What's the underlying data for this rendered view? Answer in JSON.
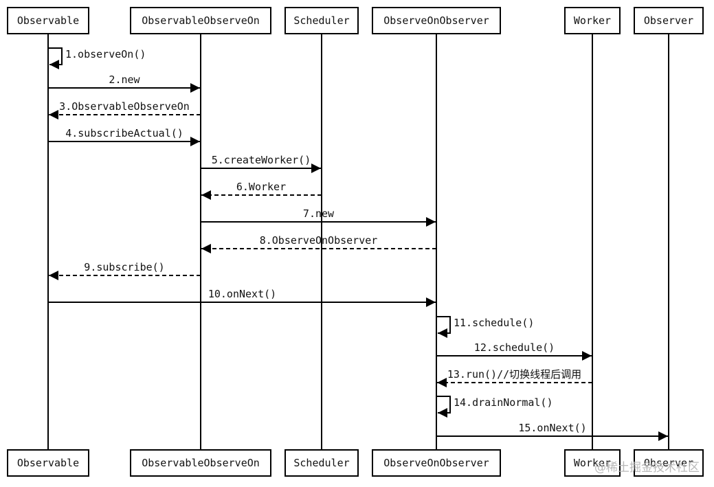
{
  "participants": [
    "Observable",
    "ObservableObserveOn",
    "Scheduler",
    "ObserveOnObserver",
    "Worker",
    "Observer"
  ],
  "messages": [
    {
      "label": "1.observeOn()",
      "from": 0,
      "to": 0,
      "kind": "self"
    },
    {
      "label": "2.new",
      "from": 0,
      "to": 1,
      "kind": "call"
    },
    {
      "label": "3.ObservableObserveOn",
      "from": 1,
      "to": 0,
      "kind": "return"
    },
    {
      "label": "4.subscribeActual()",
      "from": 0,
      "to": 1,
      "kind": "call"
    },
    {
      "label": "5.createWorker()",
      "from": 1,
      "to": 2,
      "kind": "call"
    },
    {
      "label": "6.Worker",
      "from": 2,
      "to": 1,
      "kind": "return"
    },
    {
      "label": "7.new",
      "from": 1,
      "to": 3,
      "kind": "call"
    },
    {
      "label": "8.ObserveOnObserver",
      "from": 3,
      "to": 1,
      "kind": "return"
    },
    {
      "label": "9.subscribe()",
      "from": 1,
      "to": 0,
      "kind": "return"
    },
    {
      "label": "10.onNext()",
      "from": 0,
      "to": 3,
      "kind": "call"
    },
    {
      "label": "11.schedule()",
      "from": 3,
      "to": 3,
      "kind": "self"
    },
    {
      "label": "12.schedule()",
      "from": 3,
      "to": 4,
      "kind": "call"
    },
    {
      "label": "13.run()//切换线程后调用",
      "from": 4,
      "to": 3,
      "kind": "return"
    },
    {
      "label": "14.drainNormal()",
      "from": 3,
      "to": 3,
      "kind": "self"
    },
    {
      "label": "15.onNext()",
      "from": 3,
      "to": 5,
      "kind": "call"
    }
  ],
  "watermark": "@稀土掘金技术社区",
  "colors": {
    "line": "#000000",
    "text": "#111111",
    "watermark": "#b8b8b8"
  }
}
